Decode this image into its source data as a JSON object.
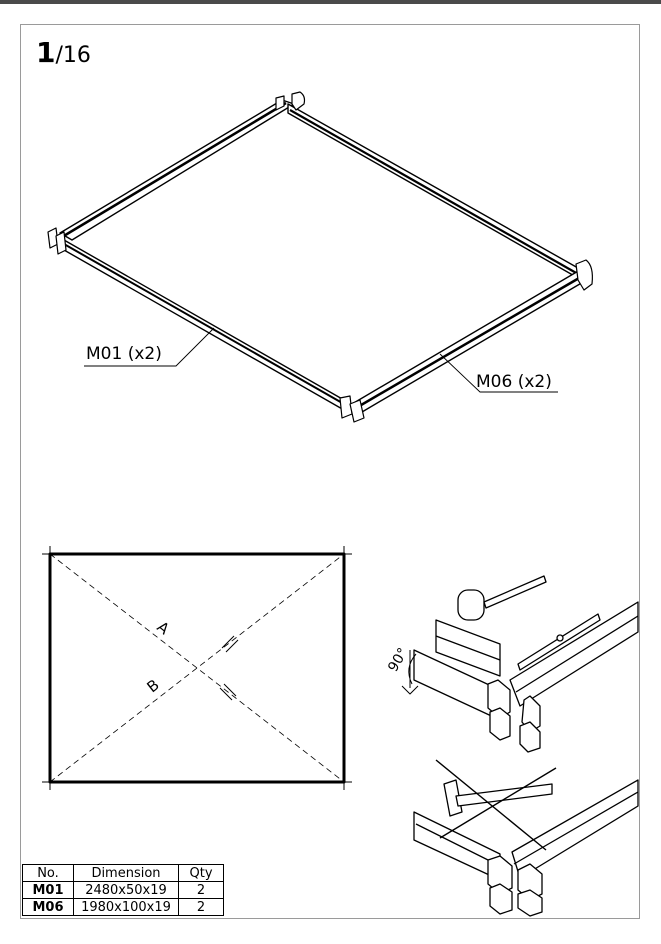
{
  "page": {
    "current": "1",
    "separator": "/",
    "total": "16"
  },
  "callouts": {
    "m01": "M01 (x2)",
    "m06": "M06 (x2)"
  },
  "diagram": {
    "diag_a": "A",
    "diag_b": "B",
    "angle": "90°"
  },
  "parts_table": {
    "headers": [
      "No.",
      "Dimension",
      "Qty"
    ],
    "rows": [
      {
        "no": "M01",
        "dimension": "2480x50x19",
        "qty": "2"
      },
      {
        "no": "M06",
        "dimension": "1980x100x19",
        "qty": "2"
      }
    ]
  },
  "icons": [
    "hammer-icon",
    "spirit-level-icon",
    "cross-out-icon"
  ]
}
